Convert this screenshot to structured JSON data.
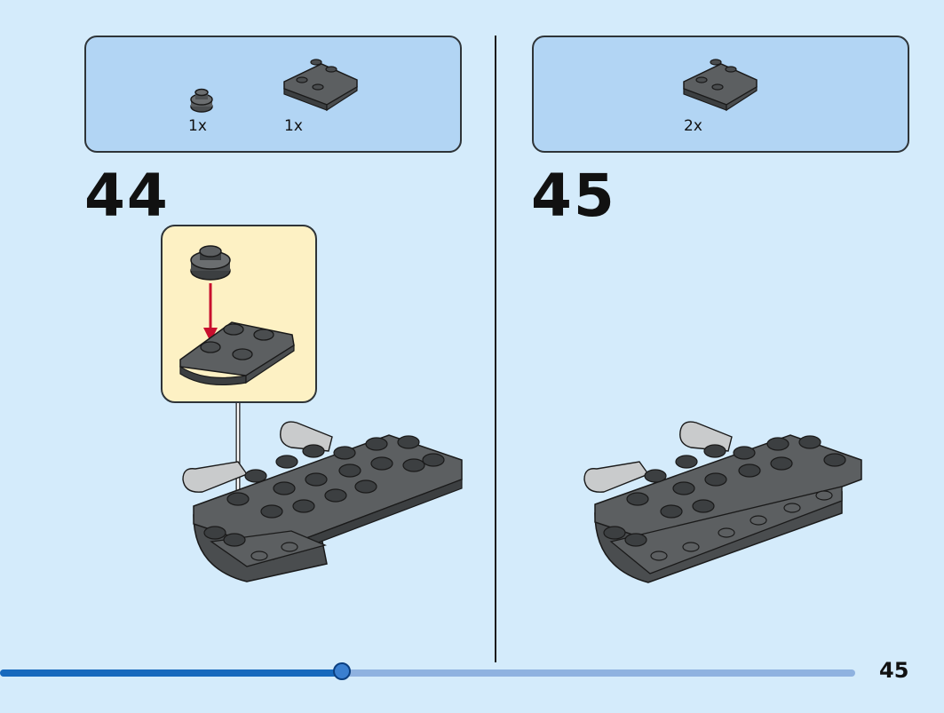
{
  "steps": [
    {
      "number": "44",
      "parts": [
        {
          "icon": "round-plate-1x1-icon",
          "qty": "1x"
        },
        {
          "icon": "inverted-slope-plate-icon",
          "qty": "1x"
        }
      ]
    },
    {
      "number": "45",
      "parts": [
        {
          "icon": "inverted-slope-plate-icon",
          "qty": "2x"
        }
      ]
    }
  ],
  "progress": {
    "fraction": 0.4
  },
  "page_number": "45",
  "colors": {
    "background": "#d4ebfb",
    "parts_box": "#b2d5f4",
    "callout": "#fdf1c4",
    "brick_dark": "#5c5f61",
    "brick_light": "#c9cbcc",
    "arrow_red": "#c8102e",
    "progress_fill": "#1769bd",
    "progress_track": "#8fb2e0"
  }
}
